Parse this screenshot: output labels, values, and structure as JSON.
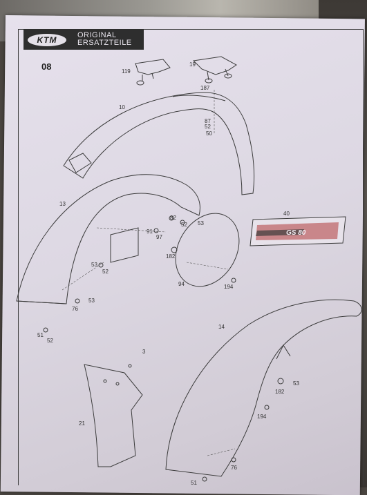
{
  "header": {
    "logo": "KTM",
    "title_line1": "ORIGINAL",
    "title_line2": "ERSATZTEILE",
    "page_number": "08"
  },
  "decal": {
    "text": "GS 80"
  },
  "callouts": {
    "c119": "119",
    "c19": "19",
    "c187": "187",
    "c10": "10",
    "c87": "87",
    "c52a": "52",
    "c50": "50",
    "c40": "40",
    "c13": "13",
    "c82": "82",
    "c52b": "52",
    "c53a": "53",
    "c91": "91",
    "c97": "97",
    "c182a": "182",
    "c53b": "53",
    "c52c": "52",
    "c94": "94",
    "c194a": "194",
    "c53c": "53",
    "c76a": "76",
    "c51a": "51",
    "c52d": "52",
    "c14": "14",
    "c3": "3",
    "c53d": "53",
    "c182b": "182",
    "c194b": "194",
    "c21": "21",
    "c76b": "76",
    "c51b": "51"
  },
  "colors": {
    "paper": "#ddd8e3",
    "ink": "#3b3b3b",
    "header_bar": "#2e2e2e",
    "decal_red": "#b03a3a"
  }
}
